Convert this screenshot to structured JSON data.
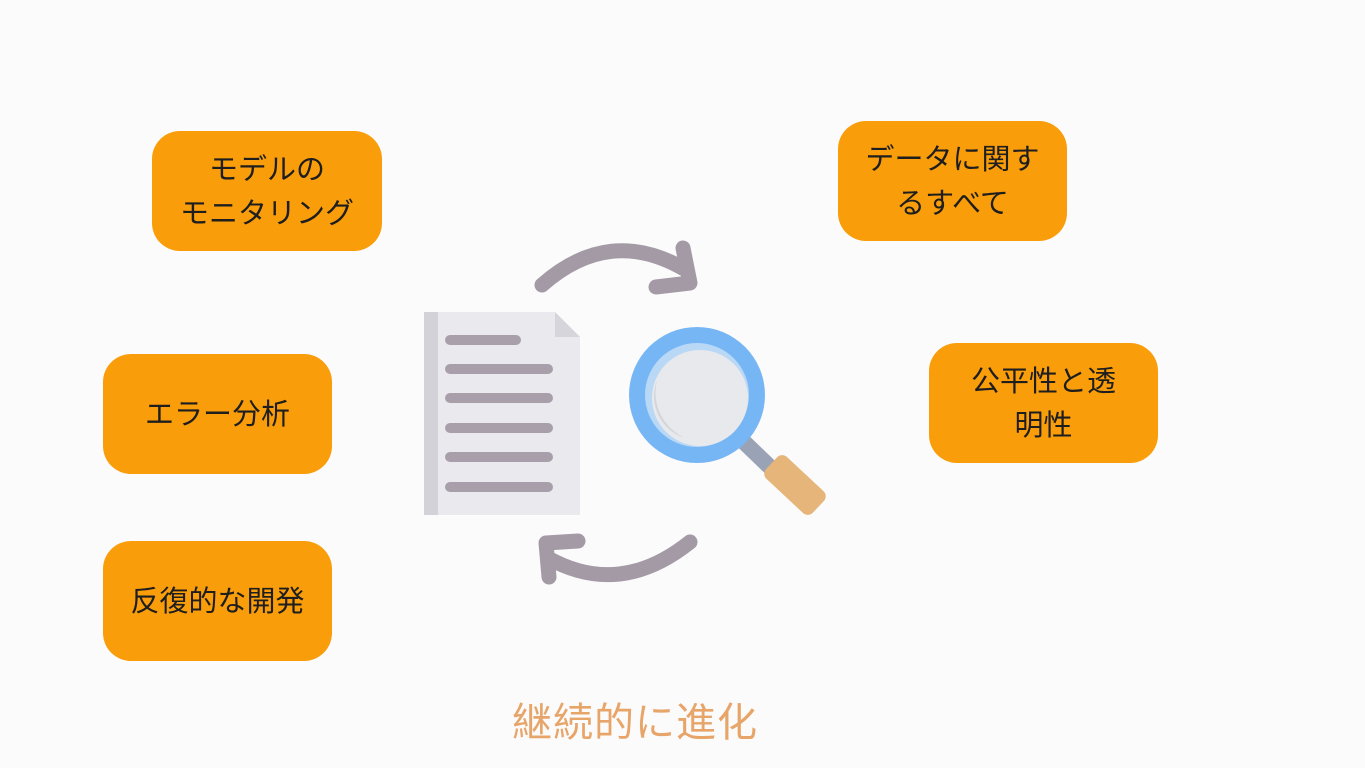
{
  "boxes": {
    "model_monitoring": {
      "line1": "モデルの",
      "line2": "モニタリング"
    },
    "error_analysis": {
      "line1": "エラー分析"
    },
    "iterative_dev": {
      "line1": "反復的な開発"
    },
    "data_everything": {
      "line1": "データに関す",
      "line2": "るすべて"
    },
    "fairness": {
      "line1": "公平性と透",
      "line2": "明性"
    }
  },
  "caption": "継続的に進化",
  "icons": {
    "document": "document-icon",
    "magnifier": "magnifying-glass-icon",
    "arrow_top": "curved-arrow-right-icon",
    "arrow_bottom": "curved-arrow-left-icon"
  },
  "colors": {
    "box_fill": "#fa9d0b",
    "caption": "#e8a56a",
    "arrow": "#a39aa6",
    "lens_ring": "#77b6f4",
    "handle": "#e6b57a",
    "background": "#fbfbfb"
  }
}
